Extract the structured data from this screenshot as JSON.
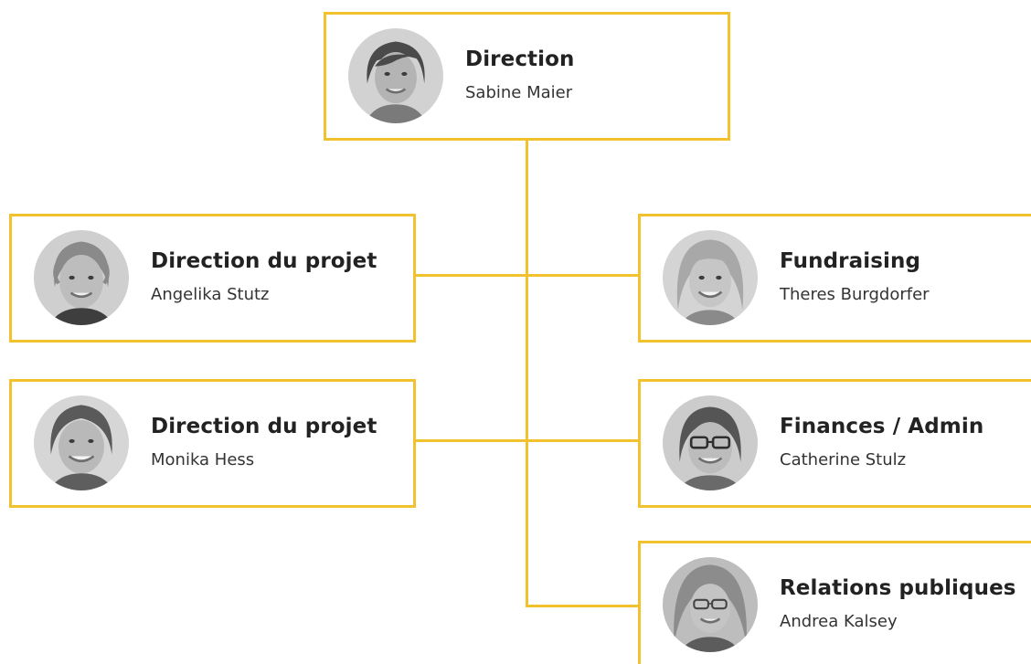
{
  "colors": {
    "accent": "#f2c12e",
    "role_text": "#222222",
    "name_text": "#333333"
  },
  "org": {
    "root": {
      "role": "Direction",
      "name": "Sabine Maier",
      "photo_icon": "portrait-photo-icon"
    },
    "left": [
      {
        "role": "Direction du projet",
        "name": "Angelika Stutz",
        "photo_icon": "portrait-photo-icon"
      },
      {
        "role": "Direction du projet",
        "name": "Monika Hess",
        "photo_icon": "portrait-photo-icon"
      }
    ],
    "right": [
      {
        "role": "Fundraising",
        "name": "Theres Burgdorfer",
        "photo_icon": "portrait-photo-icon"
      },
      {
        "role": "Finances / Admin",
        "name": "Catherine Stulz",
        "photo_icon": "portrait-photo-icon"
      },
      {
        "role": "Relations publiques",
        "name": "Andrea Kalsey",
        "photo_icon": "portrait-photo-icon"
      }
    ]
  }
}
